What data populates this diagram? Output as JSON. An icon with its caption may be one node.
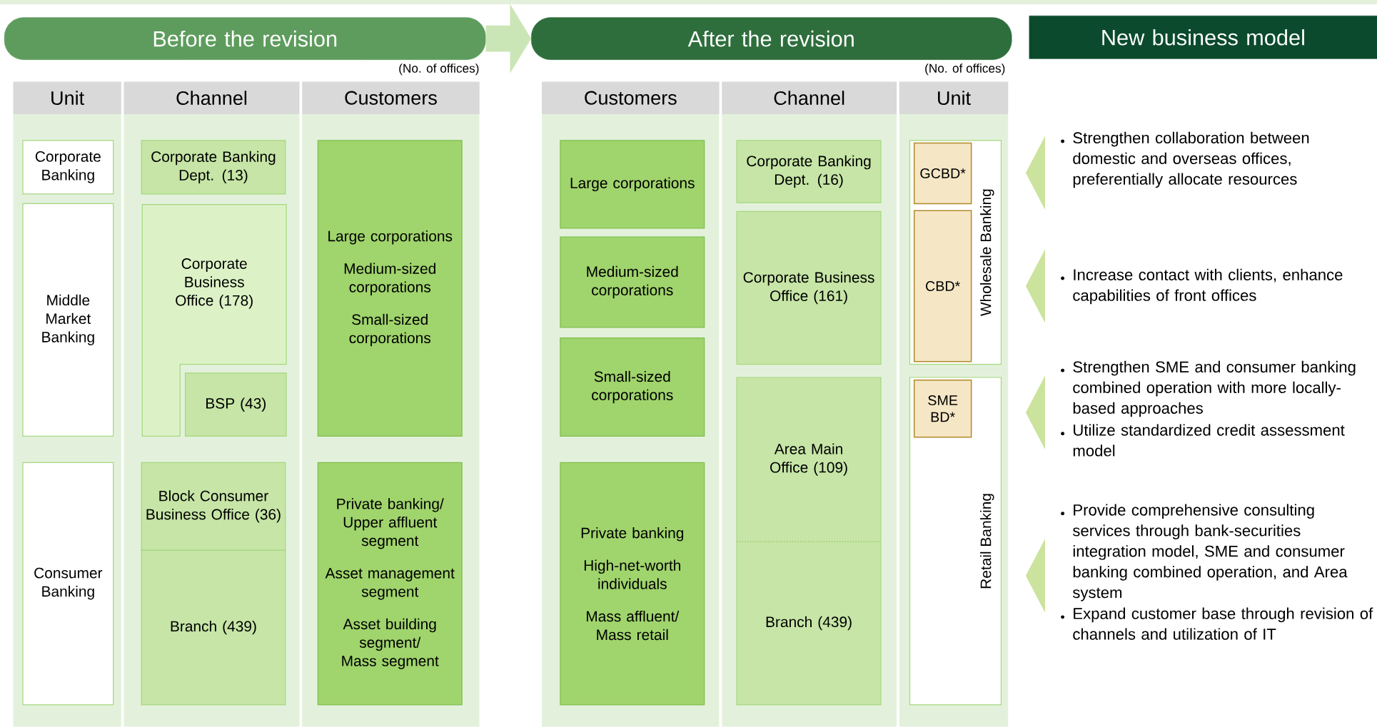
{
  "diagram": {
    "nodes": [
      {
        "text": [
          "Before the revision"
        ]
      },
      {
        "text": [
          "After the revision"
        ]
      },
      {
        "text": [
          "New business model"
        ]
      },
      {
        "text": [
          "Unit"
        ]
      },
      {
        "text": [
          "Channel"
        ]
      },
      {
        "text": [
          "Customers"
        ]
      },
      {
        "text": [
          "Customers"
        ]
      },
      {
        "text": [
          "Channel"
        ]
      },
      {
        "text": [
          "Unit"
        ]
      },
      {
        "text": [
          "Corporate Banking"
        ]
      },
      {
        "text": [
          "Middle Market Banking"
        ]
      },
      {
        "text": [
          "Consumer Banking"
        ]
      },
      {
        "text": [
          "Corporate Banking Dept. (13)"
        ]
      },
      {
        "text": [
          "Corporate Business Office (178)"
        ]
      },
      {
        "text": [
          "BSP (43)"
        ]
      },
      {
        "text": [
          "Block Consumer Business Office (36)"
        ]
      },
      {
        "text": [
          "Branch (439)"
        ]
      },
      {
        "text": [
          "Large corporations",
          "Medium-sized corporations",
          "Small-sized corporations"
        ]
      },
      {
        "text": [
          "Private banking/ Upper affluent segment",
          "Asset management segment",
          "Asset building segment/ Mass segment"
        ]
      },
      {
        "text": [
          "Large corporations"
        ]
      },
      {
        "text": [
          "Medium-sized corporations"
        ]
      },
      {
        "text": [
          "Small-sized corporations"
        ]
      },
      {
        "text": [
          "Private banking",
          "High-net-worth individuals",
          "Mass affluent/ Mass retail"
        ]
      },
      {
        "text": [
          "Corporate Banking Dept. (16)"
        ]
      },
      {
        "text": [
          "Corporate Business Office (161)"
        ]
      },
      {
        "text": [
          "Area Main Office (109)"
        ]
      },
      {
        "text": [
          "Branch (439)"
        ]
      },
      {
        "text": [
          "Wholesale Banking"
        ]
      },
      {
        "text": [
          "GCBD*"
        ],
        "in": 27
      },
      {
        "text": [
          "CBD*"
        ],
        "in": 27
      },
      {
        "text": [
          "Retail Banking"
        ]
      },
      {
        "text": [
          "SME BD*"
        ],
        "in": 30
      }
    ],
    "edges": [
      {
        "from": 0,
        "to": 1,
        "arrow": "to"
      }
    ],
    "labels": [
      "(No. of offices)",
      "(No. of offices)",
      "Strengthen collaboration between domestic and overseas offices, preferentially allocate resources",
      "Increase contact  with clients, enhance capabilities of front offices",
      "Strengthen SME and consumer banking combined operation with more locally-based approaches",
      "Utilize standardized credit assessment model",
      "Provide comprehensive consulting services through bank-securities integration model, SME and consumer banking combined operation, and Area system",
      "Expand customer base through revision of channels and utilization of IT"
    ]
  }
}
